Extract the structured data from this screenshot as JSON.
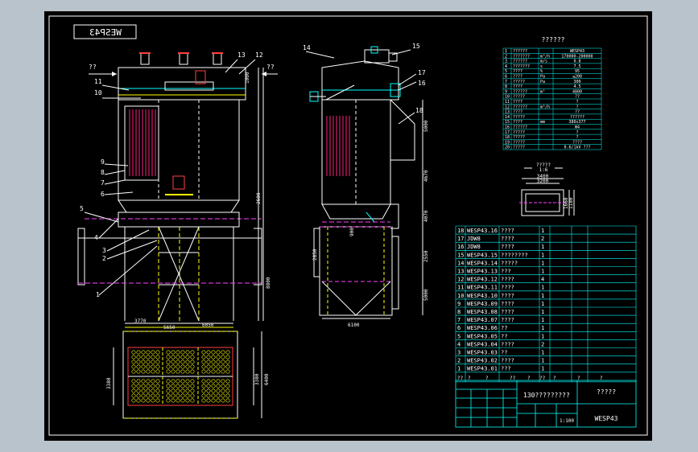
{
  "drawing_code_box": "WESP43",
  "tech_table": {
    "title": "??????",
    "rows": [
      [
        "1",
        "??????",
        "",
        "WESP43"
      ],
      [
        "2",
        "???????",
        "m³/h",
        "170000-200000"
      ],
      [
        "3",
        "??????",
        "m/s",
        "0.8"
      ],
      [
        "4",
        "???????",
        "s",
        "7.5"
      ],
      [
        "5",
        "????",
        "%",
        "95"
      ],
      [
        "6",
        "????",
        "Pa",
        "≤200"
      ],
      [
        "7",
        "?????",
        "Pa",
        "300"
      ],
      [
        "8",
        "????",
        "",
        "4.5"
      ],
      [
        "9",
        "??????",
        "m²",
        "4800"
      ],
      [
        "10",
        "?????",
        "",
        "??"
      ],
      [
        "11",
        "????",
        "",
        "?"
      ],
      [
        "12",
        "??????",
        "m³/h",
        "?"
      ],
      [
        "13",
        "????",
        "",
        "??"
      ],
      [
        "14",
        "?????",
        "",
        "??????"
      ],
      [
        "15",
        "????",
        "mm",
        "380x377"
      ],
      [
        "16",
        "??????",
        "",
        "W4"
      ],
      [
        "17",
        "?????",
        "",
        "?"
      ],
      [
        "18",
        "?????",
        "",
        "?"
      ],
      [
        "19",
        "?????",
        "",
        "????"
      ],
      [
        "20",
        "?????",
        "",
        "0.6/1kV ???"
      ]
    ]
  },
  "section_view": {
    "label1": "?????",
    "label2": "1:6",
    "dim_outer": "3400",
    "dim_inner": "3200",
    "dim_h1": "1660",
    "dim_h2": "1180"
  },
  "parts_list": [
    [
      "18",
      "WESP43.16",
      "????",
      "1"
    ],
    [
      "17",
      "JDW8",
      "????",
      "2"
    ],
    [
      "16",
      "JDW8",
      "????",
      "1"
    ],
    [
      "15",
      "WESP43.15",
      "????????",
      "1"
    ],
    [
      "14",
      "WESP43.14",
      "?????",
      "1"
    ],
    [
      "13",
      "WESP43.13",
      "???",
      "1"
    ],
    [
      "12",
      "WESP43.12",
      "????",
      "4"
    ],
    [
      "11",
      "WESP43.11",
      "????",
      "1"
    ],
    [
      "10",
      "WESP43.10",
      "????",
      "1"
    ],
    [
      "9",
      "WESP43.09",
      "????",
      "1"
    ],
    [
      "8",
      "WESP43.08",
      "????",
      "1"
    ],
    [
      "7",
      "WESP43.07",
      "????",
      "1"
    ],
    [
      "6",
      "WESP43.06",
      "??",
      "1"
    ],
    [
      "5",
      "WESP43.05",
      "??",
      "1"
    ],
    [
      "4",
      "WESP43.04",
      "????",
      "2"
    ],
    [
      "3",
      "WESP43.03",
      "??",
      "1"
    ],
    [
      "2",
      "WESP43.02",
      "????",
      "1"
    ],
    [
      "1",
      "WESP43.01",
      "???",
      "1"
    ]
  ],
  "parts_header": [
    "??",
    "?",
    "?",
    "??",
    "?",
    "??",
    "?",
    "?",
    "?"
  ],
  "title_block": {
    "project": "130?????????",
    "name": "?????",
    "scale": "1:100",
    "code": "WESP43"
  },
  "front_view": {
    "callouts": [
      "1",
      "2",
      "3",
      "4",
      "5",
      "6",
      "7",
      "8",
      "9",
      "10",
      "11",
      "12",
      "13"
    ],
    "inlet_label": "??",
    "outlet_label": "??",
    "dims": [
      "3770",
      "5650",
      "6050",
      "8800",
      "1000",
      "3380",
      "6400",
      "2600"
    ]
  },
  "side_view": {
    "callouts": [
      "14",
      "15",
      "16",
      "17",
      "18"
    ],
    "dims": [
      "5000",
      "4670",
      "4070",
      "2550",
      "5000",
      "6100",
      "2850",
      "900"
    ]
  }
}
